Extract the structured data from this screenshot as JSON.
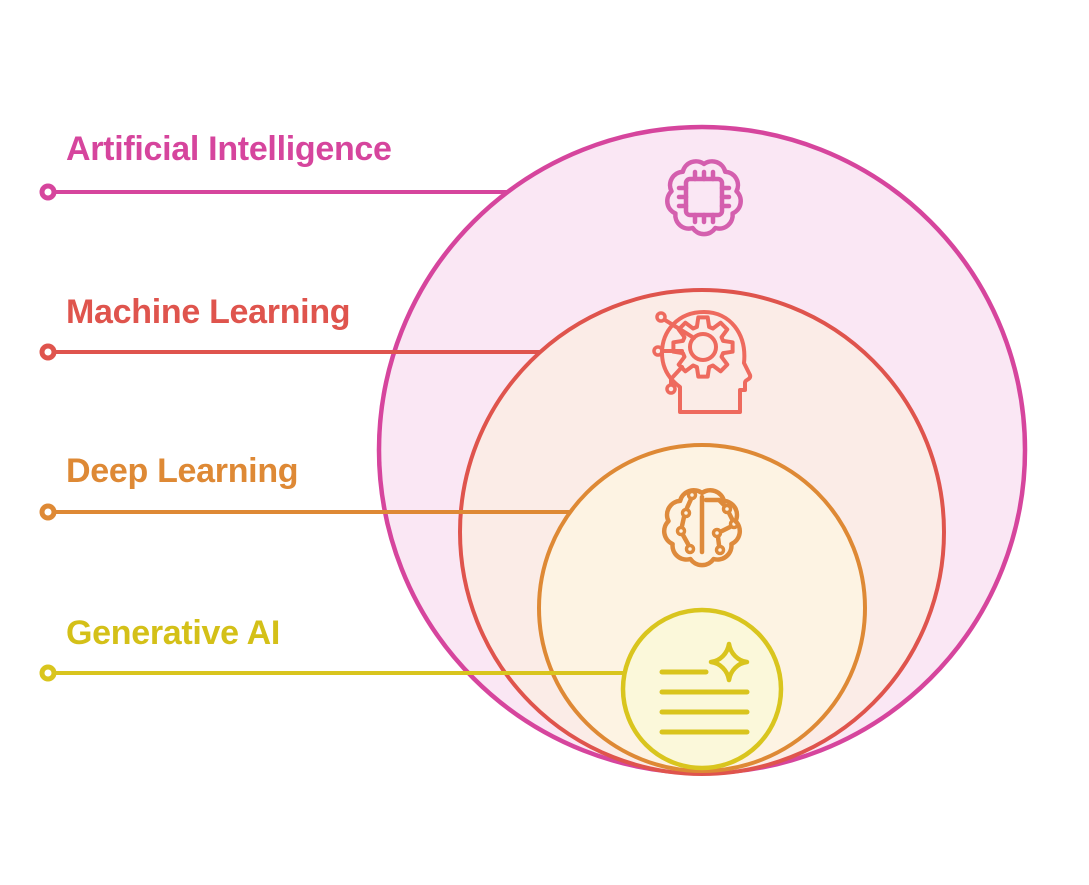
{
  "diagram": {
    "type": "nested-circles",
    "background": "#ffffff",
    "layers": [
      {
        "label": "Artificial Intelligence",
        "color": "#d6459d",
        "fill": "#fae7f4",
        "icon": "brain-chip-icon"
      },
      {
        "label": "Machine Learning",
        "color": "#df544d",
        "fill": "#fbece7",
        "icon": "head-gear-icon"
      },
      {
        "label": "Deep Learning",
        "color": "#de8935",
        "fill": "#fdf3e3",
        "icon": "brain-circuit-icon"
      },
      {
        "label": "Generative AI",
        "color": "#d9c51e",
        "fill": "#fbf8da",
        "icon": "text-sparkle-icon"
      }
    ]
  }
}
